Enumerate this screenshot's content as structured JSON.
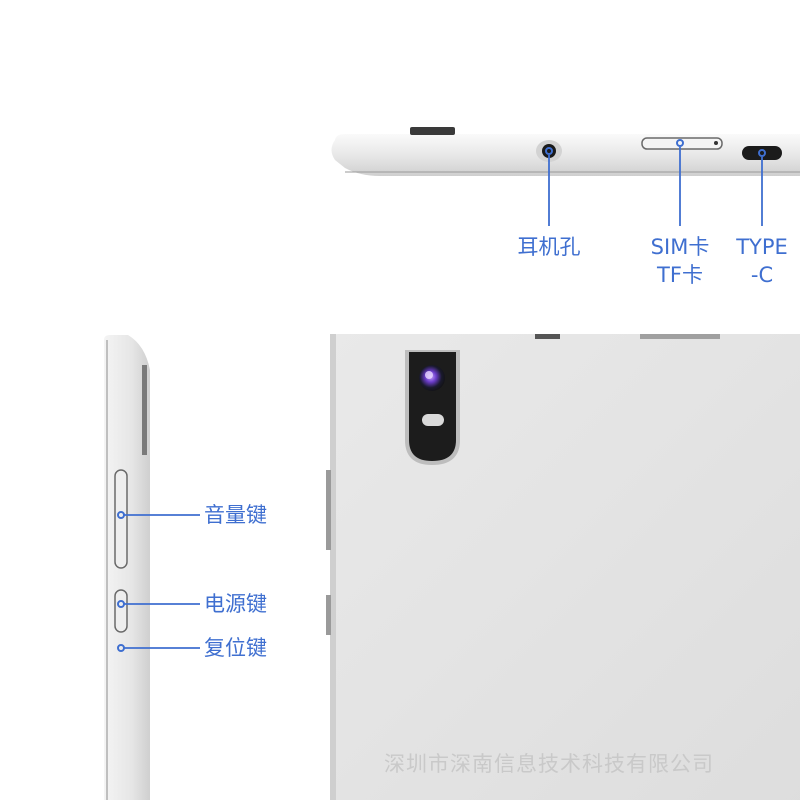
{
  "labels": {
    "headphone_jack": "耳机孔",
    "sim_card": "SIM卡",
    "tf_card": "TF卡",
    "type_c_line1": "TYPE",
    "type_c_line2": "-C",
    "volume_key": "音量键",
    "power_key": "电源键",
    "reset_key": "复位键"
  },
  "watermark": "深圳市深南信息技术科技有限公司",
  "colors": {
    "callout": "#3f6fd0",
    "body": "#e6e6e6",
    "background": "#ffffff"
  }
}
